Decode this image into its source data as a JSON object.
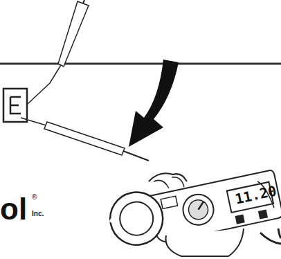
{
  "diagram": {
    "labels": [
      "ol",
      "®",
      "Inc.",
      "11.20"
    ]
  }
}
